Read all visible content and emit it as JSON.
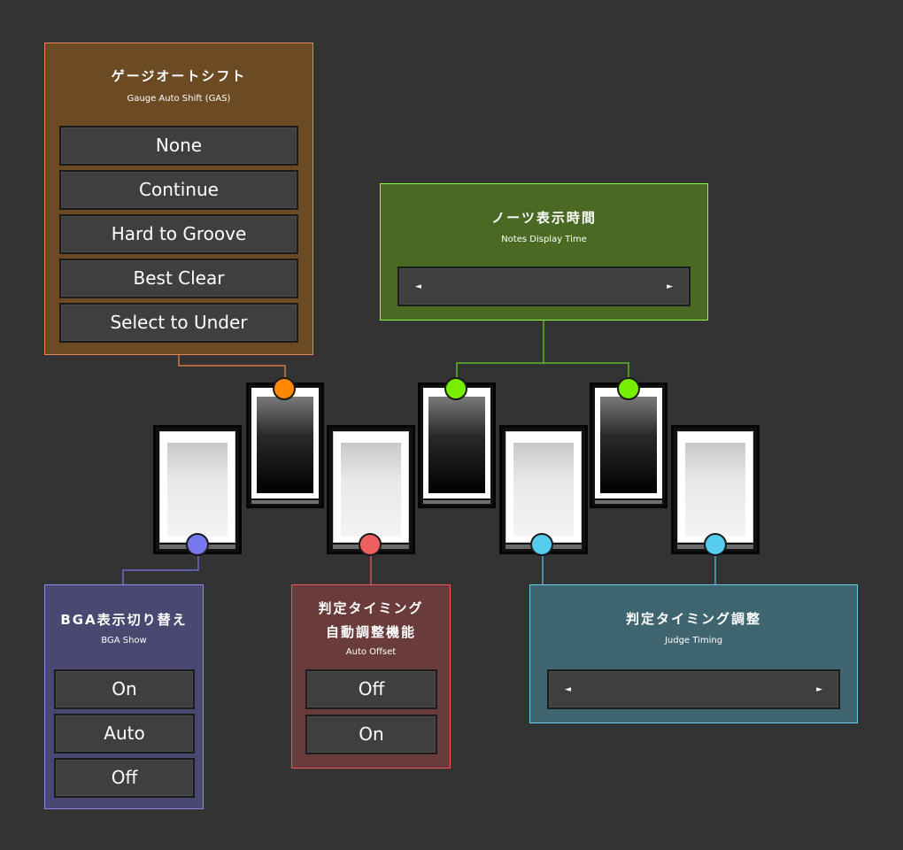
{
  "gauge_panel": {
    "title": "ゲージオートシフト",
    "subtitle": "Gauge Auto Shift (GAS)",
    "bg_color": "#6b4a24",
    "border_color": "#e8825a",
    "options": [
      "None",
      "Continue",
      "Hard to Groove",
      "Best Clear",
      "Select to Under"
    ]
  },
  "notes_panel": {
    "title": "ノーツ表示時間",
    "subtitle": "Notes Display Time",
    "bg_color": "#4a6a23",
    "border_color": "#88ff44",
    "left_arrow": "◄",
    "right_arrow": "►"
  },
  "bga_panel": {
    "title": "BGA表示切り替え",
    "subtitle": "BGA Show",
    "bg_color": "#484870",
    "border_color": "#8888ee",
    "options": [
      "On",
      "Auto",
      "Off"
    ]
  },
  "offset_panel": {
    "title_line1": "判定タイミング",
    "title_line2": "自動調整機能",
    "subtitle": "Auto Offset",
    "bg_color": "#6a3b3b",
    "border_color": "#ee5a5a",
    "options": [
      "Off",
      "On"
    ]
  },
  "judge_panel": {
    "title": "判定タイミング調整",
    "subtitle": "Judge Timing",
    "bg_color": "#3f6570",
    "border_color": "#66ccee",
    "left_arrow": "◄",
    "right_arrow": "►"
  },
  "colors": {
    "background": "#333333",
    "gauge_dot": "#ff8800",
    "notes_dot": "#77ee00",
    "bga_dot": "#7777ee",
    "offset_dot": "#ee6060",
    "judge_dot": "#55ccee"
  }
}
